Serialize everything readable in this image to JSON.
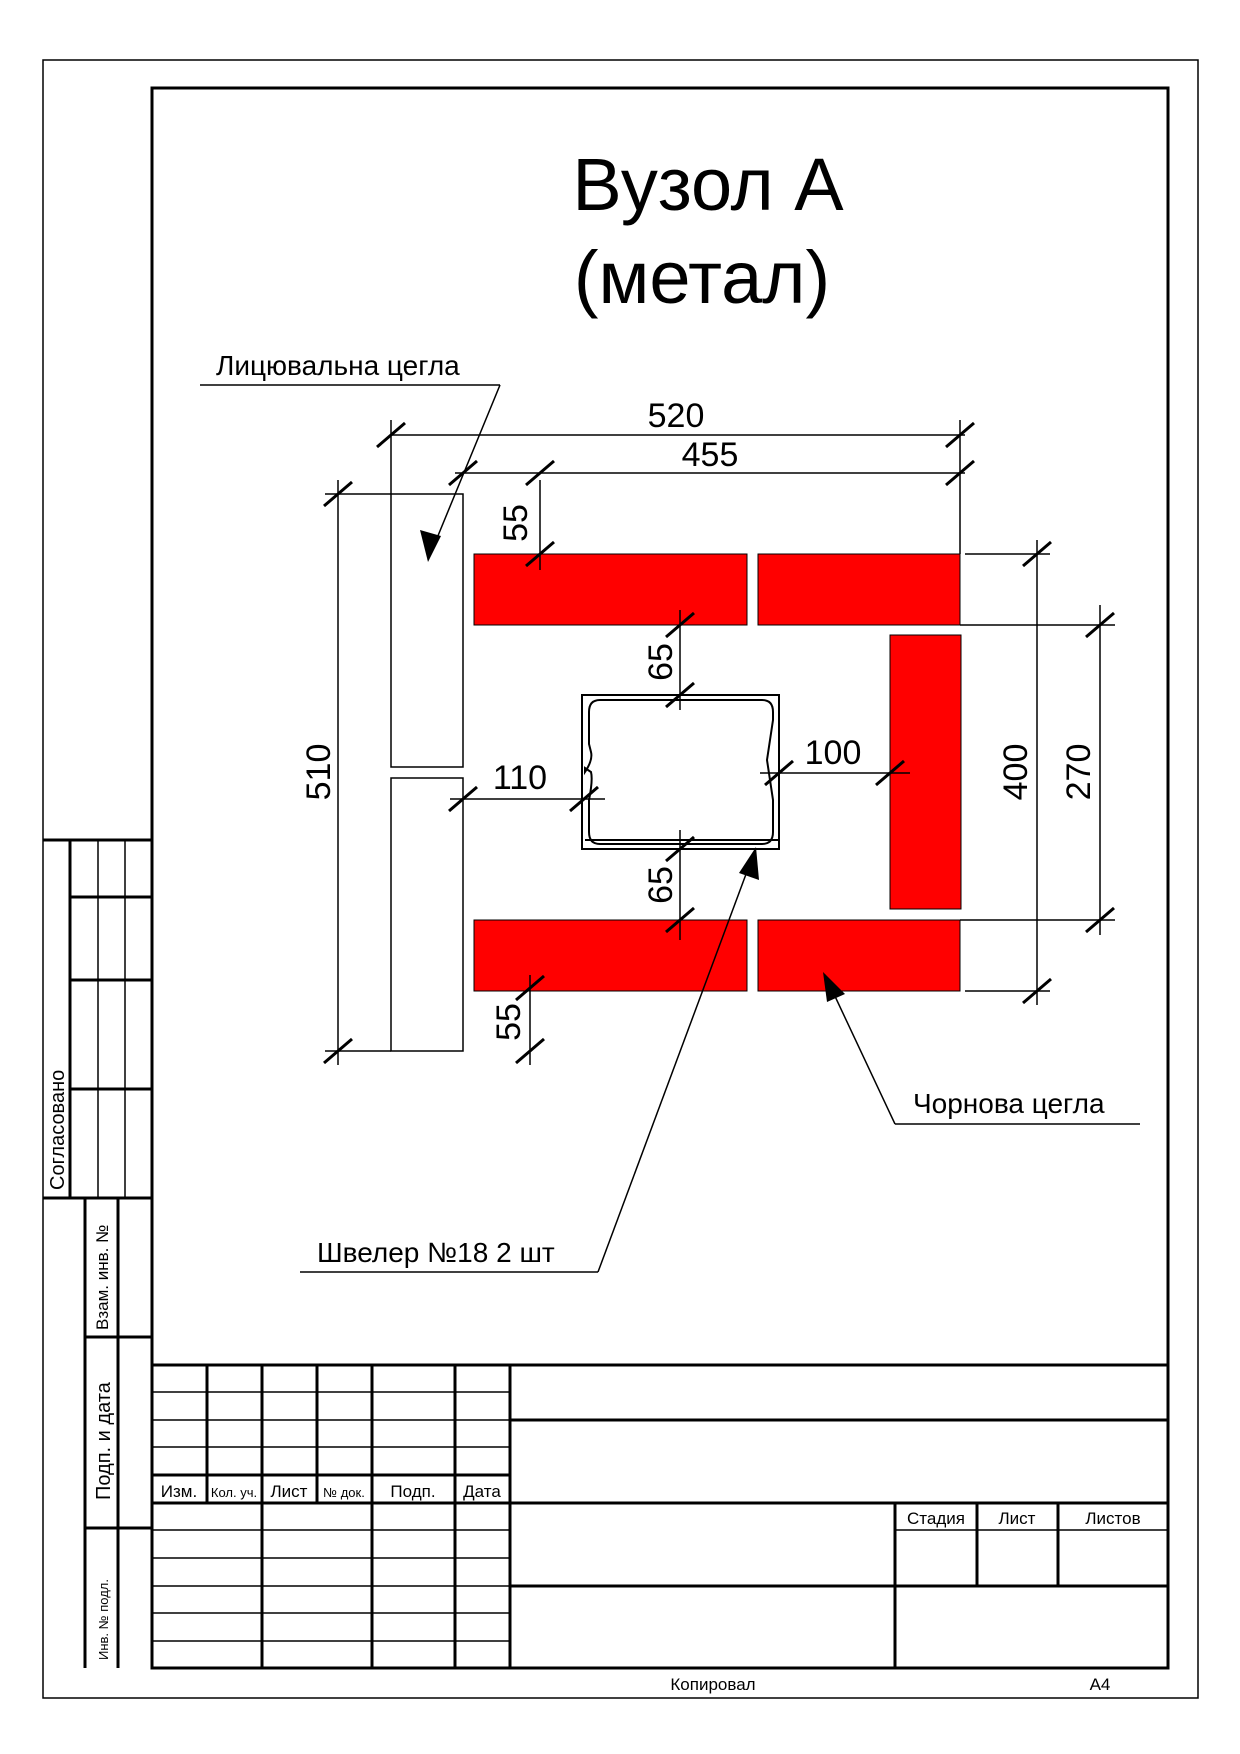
{
  "drawing": {
    "title_line1": "Вузол А",
    "title_line2": "(метал)",
    "brick_color": "#ff0000"
  },
  "labels": {
    "facing_brick": "Лицювальна цегла",
    "rough_brick": "Чорнова цегла",
    "channel": "Швелер №18 2 шт"
  },
  "dimensions": {
    "d520": "520",
    "d455": "455",
    "d510": "510",
    "d55_top": "55",
    "d55_bottom": "55",
    "d65_top": "65",
    "d65_bottom": "65",
    "d110": "110",
    "d100": "100",
    "d400": "400",
    "d270": "270"
  },
  "side_stamp": {
    "agreed": "Согласовано",
    "swap_inv": "Взам. инв. №",
    "sign_date": "Подп. и дата",
    "inv_orig": "Инв. № подл."
  },
  "title_block": {
    "columns": [
      "Изм.",
      "Кол. уч.",
      "Лист",
      "№ док.",
      "Подп.",
      "Дата"
    ],
    "stage": "Стадия",
    "sheet": "Лист",
    "sheets": "Листов"
  },
  "footer": {
    "copied": "Копировал",
    "format": "A4"
  }
}
